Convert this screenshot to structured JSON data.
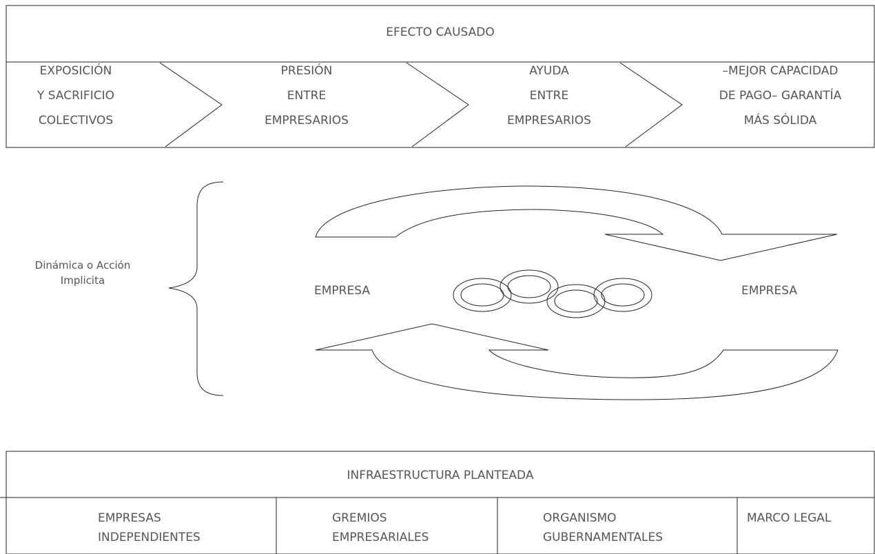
{
  "effect": {
    "title": "EFECTO CAUSADO",
    "steps": [
      {
        "lines": [
          "EXPOSICIÓN",
          "Y SACRIFICIO",
          "COLECTIVOS"
        ]
      },
      {
        "lines": [
          "PRESIÓN",
          "ENTRE",
          "EMPRESARIOS"
        ]
      },
      {
        "lines": [
          "AYUDA",
          "ENTRE",
          "EMPRESARIOS"
        ]
      },
      {
        "lines": [
          "–MEJOR CAPACIDAD",
          "DE PAGO– GARANTÍA",
          "MÁS SÓLIDA"
        ]
      }
    ]
  },
  "dynamics": {
    "label_line1": "Dinámica o Acción",
    "label_line2": "Implicita",
    "left_node": "EMPRESA",
    "right_node": "EMPRESA"
  },
  "infrastructure": {
    "title": "INFRAESTRUCTURA PLANTEADA",
    "cells": [
      {
        "lines": [
          "EMPRESAS",
          "INDEPENDIENTES"
        ]
      },
      {
        "lines": [
          "GREMIOS",
          "EMPRESARIALES"
        ]
      },
      {
        "lines": [
          "ORGANISMO",
          "GUBERNAMENTALES"
        ]
      },
      {
        "lines": [
          "MARCO LEGAL"
        ]
      }
    ]
  }
}
